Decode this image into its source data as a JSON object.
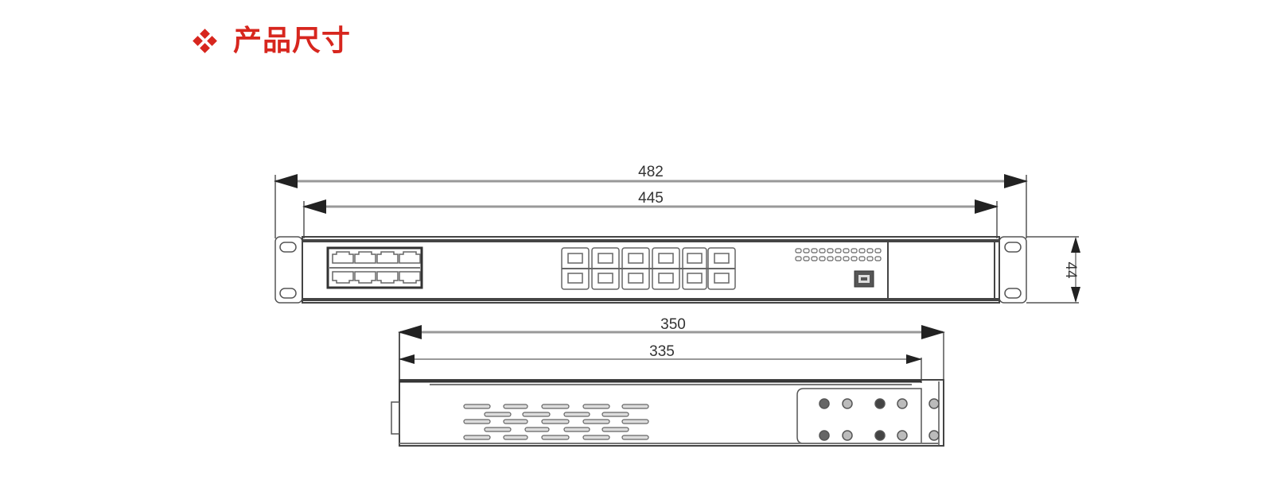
{
  "header": {
    "title": "产品尺寸",
    "bullet_icon": "four-diamond-bullet",
    "color": "#d7261e"
  },
  "drawing": {
    "front_view": {
      "dimensions": {
        "overall_width": "482",
        "body_width": "445",
        "height": "44"
      },
      "rj45_ports": 8,
      "sfp_ports": 12,
      "led_rows": 2,
      "console_port": 1
    },
    "side_view": {
      "dimensions": {
        "overall_depth": "350",
        "body_depth": "335"
      },
      "vent_rows": 5,
      "screw_holes": 10
    },
    "line_color": "#555555"
  }
}
